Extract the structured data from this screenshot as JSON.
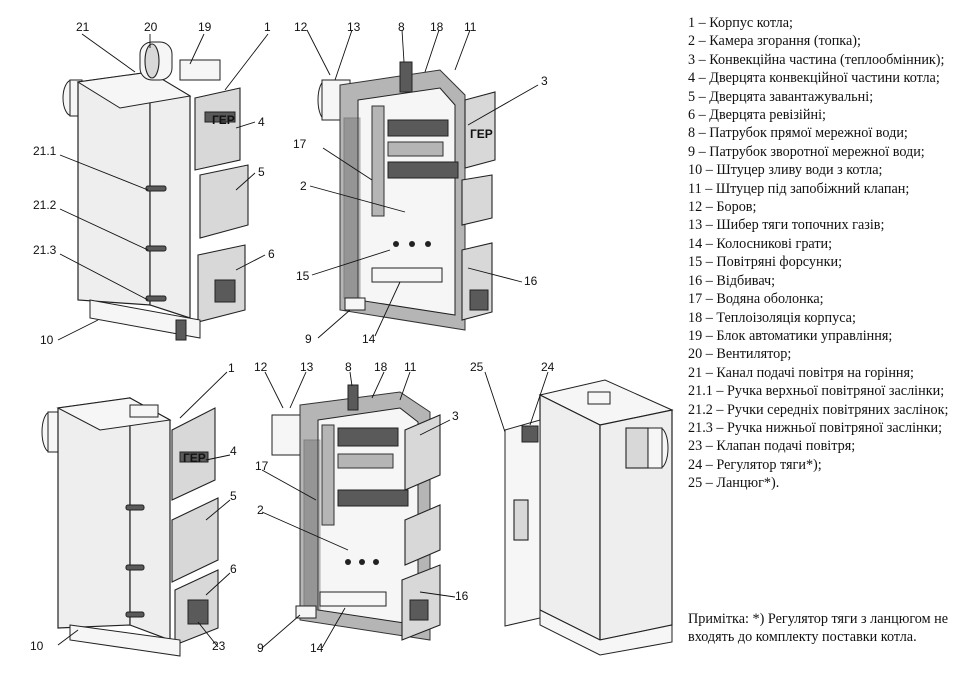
{
  "callouts": {
    "c1": "1",
    "c3": "3",
    "c4": "4",
    "c5": "5",
    "c6": "6",
    "c8": "8",
    "c9": "9",
    "c10": "10",
    "c11": "11",
    "c12": "12",
    "c13": "13",
    "c14": "14",
    "c15": "15",
    "c16": "16",
    "c17": "17",
    "c18": "18",
    "c19": "19",
    "c2": "2",
    "c20": "20",
    "c21": "21",
    "c21_1": "21.1",
    "c21_2": "21.2",
    "c21_3": "21.3",
    "c23": "23",
    "c24": "24",
    "c25": "25"
  },
  "brand_text": "ГЕР",
  "legend": [
    "1 – Корпус котла;",
    "2 – Камера згорання (топка);",
    "3 – Конвекційна частина (теплообмінник);",
    "4 – Дверцята конвекційної частини котла;",
    "5 – Дверцята завантажувальні;",
    "6 – Дверцята ревізійні;",
    "8 – Патрубок прямої мережної води;",
    "9 – Патрубок зворотної мережної води;",
    "10 – Штуцер зливу води з котла;",
    "11 – Штуцер під запобіжний клапан;",
    "12 – Боров;",
    "13 – Шибер тяги топочних газів;",
    "14 – Колосникові грати;",
    "15 – Повітряні форсунки;",
    "16 – Відбивач;",
    "17 – Водяна оболонка;",
    "18 – Теплоізоляція корпуса;",
    "19 – Блок автоматики управління;",
    "20 – Вентилятор;",
    "21 – Канал подачі повітря на горіння;",
    "21.1 – Ручка верхньої повітряної заслінки;",
    "21.2 – Ручки середніх повітряних заслінок;",
    "21.3 – Ручка нижньої повітряної заслінки;",
    "23 – Клапан подачі повітря;",
    "24 – Регулятор тяги*);",
    "25 – Ланцюг*)."
  ],
  "note": "Примітка: *) Регулятор тяги з ланцюгом не входять до комплекту поставки котла."
}
